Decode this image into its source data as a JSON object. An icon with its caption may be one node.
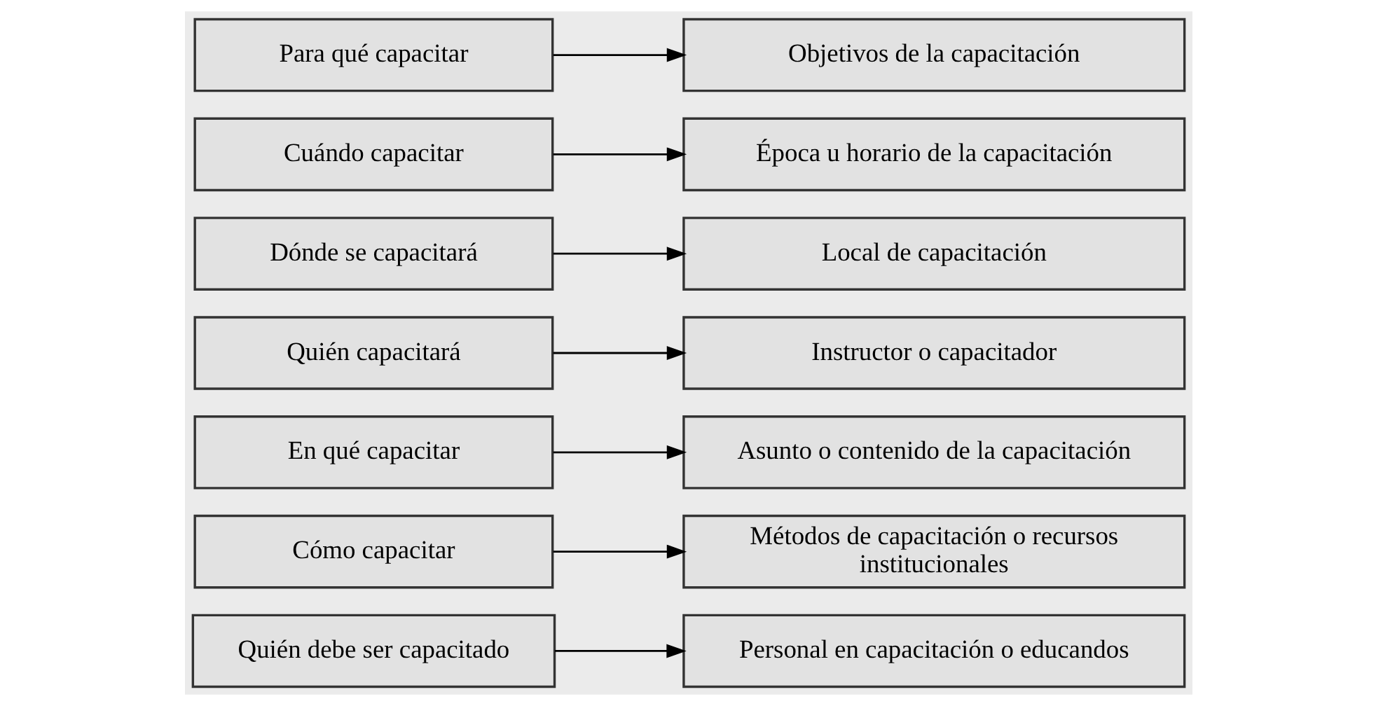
{
  "diagram": {
    "nodes": [
      {
        "text": [
          "Quién debe ser capacitado"
        ]
      },
      {
        "text": [
          "Personal en capacitación o educandos"
        ]
      },
      {
        "text": [
          "Cómo capacitar"
        ]
      },
      {
        "text": [
          "Métodos de capacitación o recursos institucionales"
        ]
      },
      {
        "text": [
          "En qué capacitar"
        ]
      },
      {
        "text": [
          "Asunto o contenido de la capacitación"
        ]
      },
      {
        "text": [
          "Quién capacitará"
        ]
      },
      {
        "text": [
          "Instructor o capacitador"
        ]
      },
      {
        "text": [
          "Dónde se capacitará"
        ]
      },
      {
        "text": [
          "Local de capacitación"
        ]
      },
      {
        "text": [
          "Cuándo capacitar"
        ]
      },
      {
        "text": [
          "Época u horario de la capacitación"
        ]
      },
      {
        "text": [
          "Para qué capacitar"
        ]
      },
      {
        "text": [
          "Objetivos de la capacitación"
        ]
      }
    ],
    "edges": [
      {
        "from": 0,
        "to": 1,
        "arrow": "to"
      },
      {
        "from": 2,
        "to": 3,
        "arrow": "to"
      },
      {
        "from": 4,
        "to": 5,
        "arrow": "to"
      },
      {
        "from": 6,
        "to": 7,
        "arrow": "to"
      },
      {
        "from": 8,
        "to": 9,
        "arrow": "to"
      },
      {
        "from": 10,
        "to": 11,
        "arrow": "to"
      },
      {
        "from": 12,
        "to": 13,
        "arrow": "to"
      }
    ]
  }
}
